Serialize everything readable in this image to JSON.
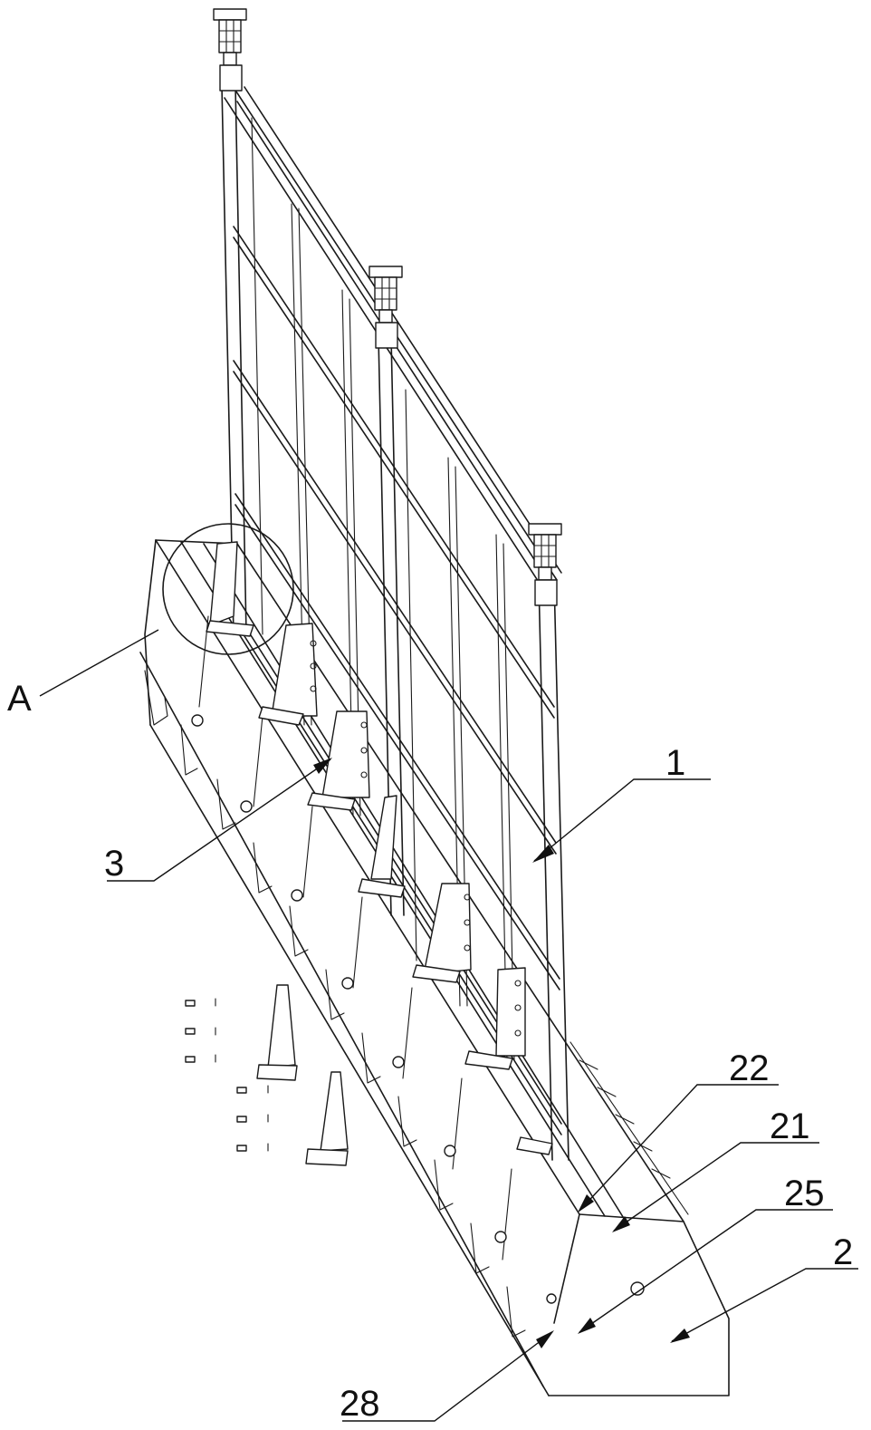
{
  "callouts": {
    "A": "A",
    "c1": "1",
    "c3": "3",
    "c22": "22",
    "c21": "21",
    "c25": "25",
    "c2": "2",
    "c28": "28"
  }
}
